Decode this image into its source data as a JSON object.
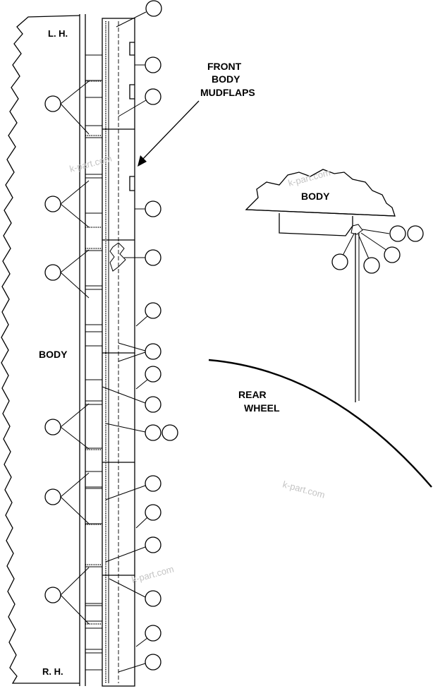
{
  "labels": {
    "lh": "L. H.",
    "rh": "R. H.",
    "body_left": "BODY",
    "front_line1": "FRONT",
    "front_line2": "BODY",
    "front_line3": "MUDFLAPS",
    "body_right": "BODY",
    "rear_line1": "REAR",
    "rear_line2": "WHEEL"
  },
  "watermark": "k-part.com",
  "colors": {
    "line": "#000000",
    "watermark": "#c4c4c4",
    "background": "#ffffff"
  }
}
